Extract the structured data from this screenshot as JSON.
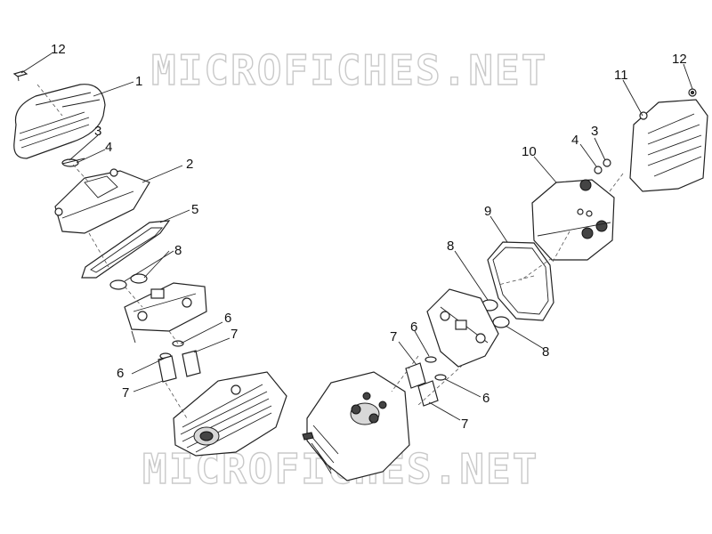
{
  "watermark": {
    "top": "MICROFICHES.NET",
    "bottom": "MICROFICHES.NET"
  },
  "callouts": {
    "left": {
      "c12": "12",
      "c1": "1",
      "c3": "3",
      "c4": "4",
      "c2": "2",
      "c5": "5",
      "c8": "8",
      "c6a": "6",
      "c7a": "7",
      "c6b": "6",
      "c7b": "7"
    },
    "right": {
      "c12": "12",
      "c11": "11",
      "c4": "4",
      "c3": "3",
      "c10": "10",
      "c9": "9",
      "c8a": "8",
      "c8b": "8",
      "c7a": "7",
      "c6a": "6",
      "c6b": "6",
      "c7b": "7"
    }
  },
  "icons": {
    "left_assembly": "cylinder-head-assembly-left-icon",
    "right_assembly": "cylinder-head-assembly-right-icon"
  }
}
